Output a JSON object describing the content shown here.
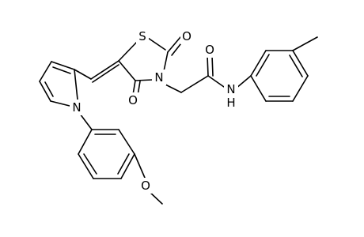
{
  "atoms": {
    "S": "S",
    "O_ring_top": "O",
    "O_ring_bottom": "O",
    "N_ring": "N",
    "O_amide": "O",
    "NH_amide": "N",
    "H_amide": "H",
    "N_pyrrole": "N",
    "O_methoxy": "O"
  }
}
